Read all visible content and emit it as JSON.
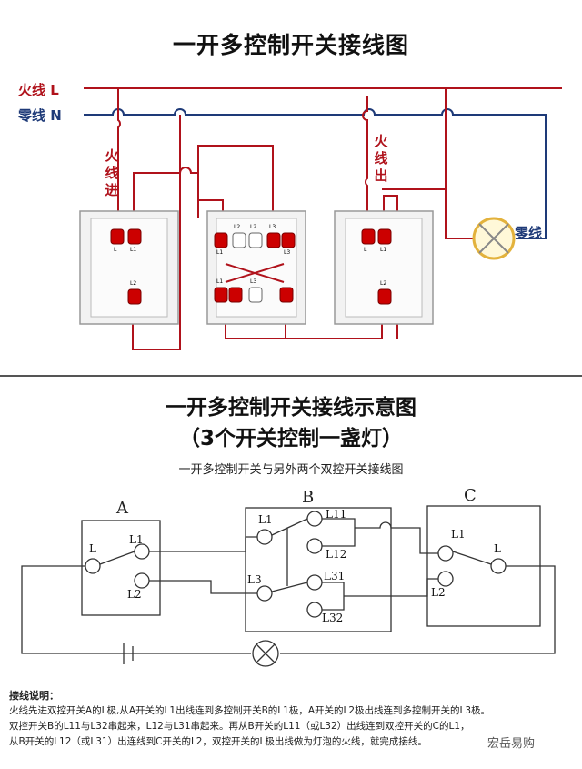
{
  "top_diagram": {
    "title": "一开多控制开关接线图",
    "live_label": "火线 L",
    "neutral_label": "零线 N",
    "live_in": [
      "火",
      "线",
      "进"
    ],
    "live_out": [
      "火",
      "线",
      "出"
    ],
    "lamp_neutral": "零线",
    "sw_left_terms": [
      "L",
      "L1",
      "L2"
    ],
    "sw_mid_terms": [
      "L2",
      "L2",
      "L3",
      "L1",
      "L3",
      "L1",
      "L3"
    ],
    "sw_right_terms": [
      "L",
      "L1",
      "L2"
    ]
  },
  "bottom_diagram": {
    "title_line1": "一开多控制开关接线示意图",
    "title_line2": "（3个开关控制一盏灯）",
    "subtitle": "一开多控制开关与另外两个双控开关接线图",
    "switch_a": {
      "name": "A",
      "terms": [
        "L",
        "L1",
        "L2"
      ]
    },
    "switch_b": {
      "name": "B",
      "terms": [
        "L1",
        "L11",
        "L12",
        "L3",
        "L31",
        "L32"
      ]
    },
    "switch_c": {
      "name": "C",
      "terms": [
        "L1",
        "L",
        "L2"
      ]
    }
  },
  "notes": {
    "title": "接线说明：",
    "line1": "火线先进双控开关A的L极,从A开关的L1出线连到多控制开关B的L1极，A开关的L2极出线连到多控制开关的L3极。",
    "line2": "双控开关B的L11与L32串起来，L12与L31串起来。再从B开关的L11（或L32）出线连到双控开关的C的L1，",
    "line3": "从B开关的L12（或L31）出连线到C开关的L2，双控开关的L极出线做为灯泡的火线，就完成接线。"
  },
  "watermark": "宏岳易购",
  "colors": {
    "live": "#b0121b",
    "neutral": "#1e3a78",
    "line": "#333333"
  }
}
